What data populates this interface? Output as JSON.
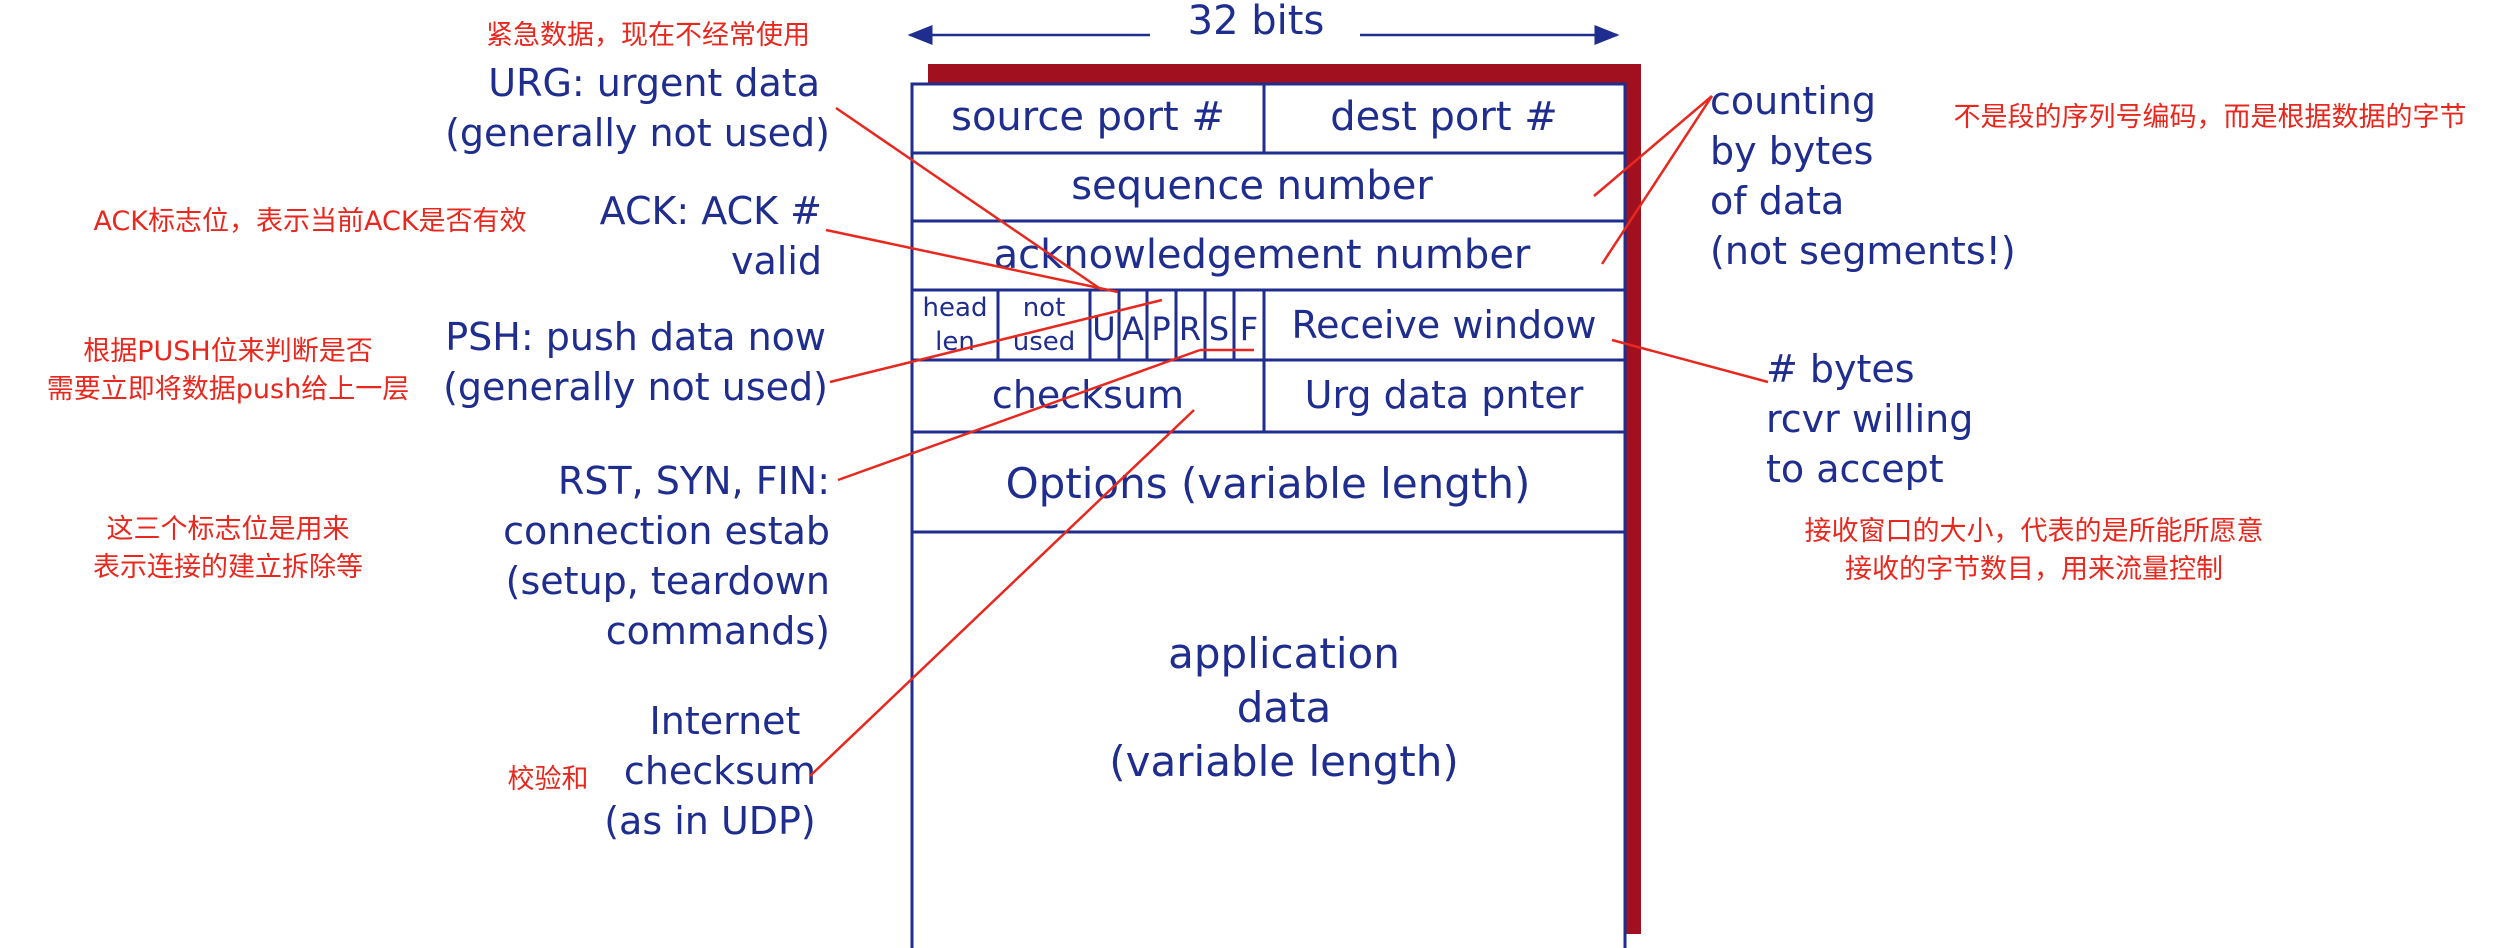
{
  "colors": {
    "field_text": "#1f2d8f",
    "annotation": "#e8281e",
    "shadow": "#a0101e",
    "border": "#1f2d8f"
  },
  "header": {
    "width_label": "32 bits"
  },
  "segment": {
    "row1": {
      "source_port": "source port #",
      "dest_port": "dest port #"
    },
    "row2": {
      "sequence_number": "sequence number"
    },
    "row3": {
      "acknowledgement_number": "acknowledgement number"
    },
    "row4": {
      "head_len": [
        "head",
        "len"
      ],
      "not_used": [
        "not",
        "used"
      ],
      "flags": [
        "U",
        "A",
        "P",
        "R",
        "S",
        "F"
      ],
      "receive_window": "Receive window"
    },
    "row5": {
      "checksum": "checksum",
      "urg_pointer": "Urg data pnter"
    },
    "row6": {
      "options": "Options (variable length)"
    },
    "row7": {
      "application_data": [
        "application",
        "data",
        "(variable length)"
      ]
    }
  },
  "labels_left": {
    "urg": [
      "URG: urgent data",
      "(generally not used)"
    ],
    "ack": [
      "ACK: ACK #",
      "valid"
    ],
    "psh": [
      "PSH: push data now",
      "(generally not used)"
    ],
    "rst_syn_fin": [
      "RST, SYN, FIN:",
      "connection estab",
      "(setup, teardown",
      "commands)"
    ],
    "checksum": [
      "Internet",
      "checksum",
      "(as in UDP)"
    ]
  },
  "labels_right": {
    "counting": [
      "counting",
      "by bytes",
      "of data",
      "(not segments!)"
    ],
    "rcvr": [
      "# bytes",
      "rcvr willing",
      "to accept"
    ]
  },
  "annotations_cn": {
    "urg": "紧急数据，现在不经常使用",
    "ack": "ACK标志位，表示当前ACK是否有效",
    "psh": [
      "根据PUSH位来判断是否",
      "需要立即将数据push给上一层"
    ],
    "rst_syn_fin": [
      "这三个标志位是用来",
      "表示连接的建立拆除等"
    ],
    "checksum": "校验和",
    "seq": "不是段的序列号编码，而是根据数据的字节",
    "window": [
      "接收窗口的大小，代表的是所能所愿意",
      "接收的字节数目，用来流量控制"
    ]
  }
}
